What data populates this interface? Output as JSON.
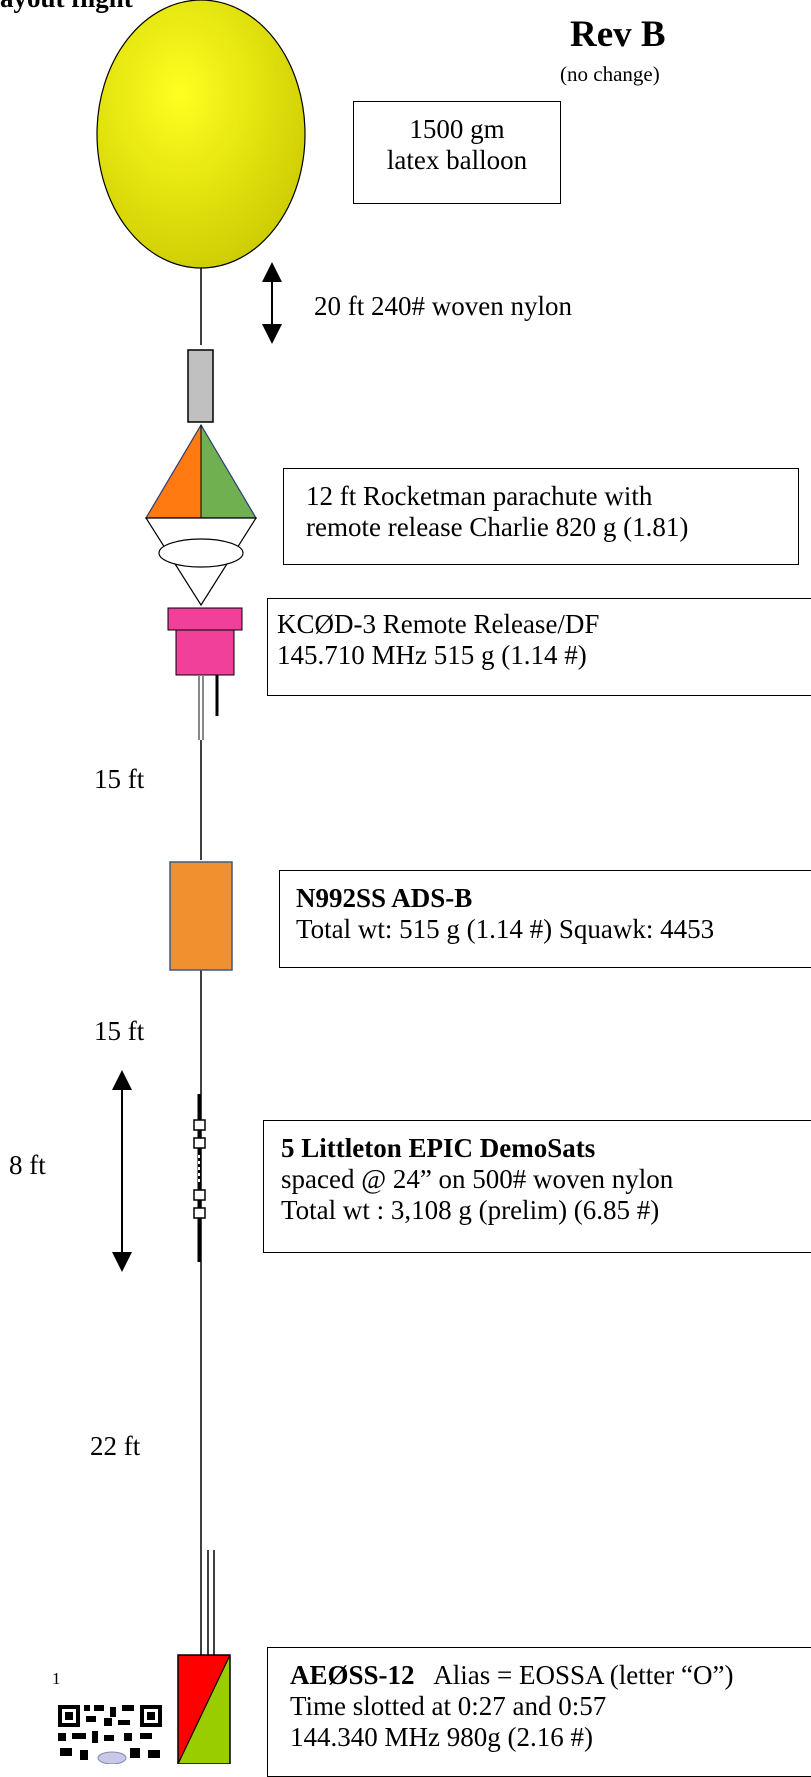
{
  "header": {
    "partial_title": "ayout flight",
    "rev": "Rev B",
    "rev_note": "(no change)"
  },
  "balloon": {
    "color": "#f5f500",
    "label_line1": "1500 gm",
    "label_line2": "latex balloon"
  },
  "nylon_top": {
    "label": "20 ft 240# woven nylon"
  },
  "parachute": {
    "line1": "12 ft Rocketman parachute with",
    "line2": "remote release Charlie 820 g (1.81)",
    "colors": {
      "left": "#ff7a10",
      "right": "#70b050"
    }
  },
  "release": {
    "line1": "KCØD-3 Remote Release/DF",
    "line2": "145.710 MHz 515 g (1.14 #)",
    "color": "#f0409a"
  },
  "spacing": {
    "a": "15 ft",
    "b": "15 ft",
    "c": "8 ft",
    "d": "22 ft"
  },
  "adsb": {
    "title": "N992SS ADS-B",
    "line2": "Total wt:  515 g (1.14 #) Squawk: 4453",
    "color": "#f0902e"
  },
  "demosats": {
    "title": "5 Littleton EPIC DemoSats",
    "line2": "spaced @ 24” on 500# woven nylon",
    "line3": "Total wt : 3,108 g (prelim)  (6.85 #)"
  },
  "aeoss": {
    "title": "AEØSS-12",
    "alias": "   Alias = EOSSA (letter “O”)",
    "line2": "Time slotted at 0:27 and 0:57",
    "line3": "144.340 MHz   980g (2.16 #)",
    "colors": {
      "red": "#ff0000",
      "green": "#9acd00"
    }
  },
  "footnote": {
    "page_number": "1"
  }
}
